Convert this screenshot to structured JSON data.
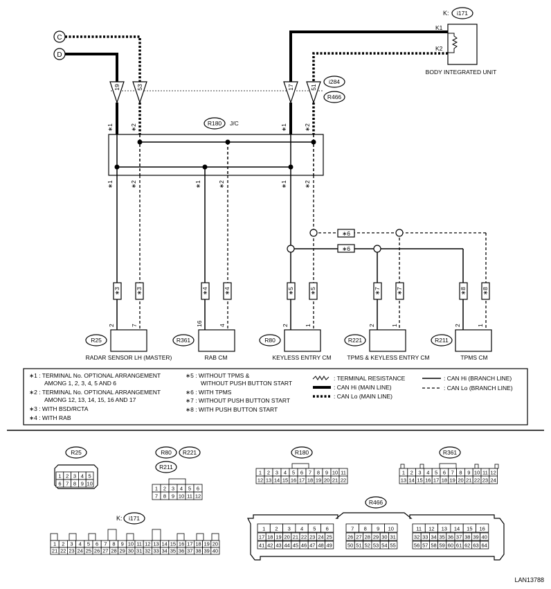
{
  "diagram": {
    "terminals": {
      "c": "C",
      "d": "D"
    },
    "bcm": {
      "ref": "i171",
      "prefix": "K:",
      "pin1": "K1",
      "pin2": "K2",
      "name": "BODY INTEGRATED UNIT"
    },
    "inline_connector": {
      "ref1": "i284",
      "ref2": "R466",
      "pins": [
        "19",
        "53",
        "17",
        "51"
      ]
    },
    "jc": {
      "ref": "R180",
      "name": "J/C"
    },
    "notes": {
      "n1": "1",
      "n2": "2",
      "n3": "3",
      "n4": "4",
      "n5": "5",
      "n6": "6",
      "n7": "7",
      "n8": "8"
    },
    "units": [
      {
        "ref": "R25",
        "name": "RADAR SENSOR LH (MASTER)",
        "pin_hi": "2",
        "pin_lo": "7"
      },
      {
        "ref": "R361",
        "name": "RAB CM",
        "pin_hi": "16",
        "pin_lo": "4"
      },
      {
        "ref": "R80",
        "name": "KEYLESS ENTRY CM",
        "pin_hi": "2",
        "pin_lo": "1"
      },
      {
        "ref": "R221",
        "name": "TPMS & KEYLESS ENTRY CM",
        "pin_hi": "2",
        "pin_lo": "1"
      },
      {
        "ref": "R211",
        "name": "TPMS CM",
        "pin_hi": "2",
        "pin_lo": "1"
      }
    ]
  },
  "legend": {
    "left": [
      "∗1 : TERMINAL No. OPTIONAL ARRANGEMENT",
      "AMONG 1, 2, 3, 4, 5 AND 6",
      "∗2 : TERMINAL No. OPTIONAL ARRANGEMENT",
      "AMONG 12, 13, 14, 15, 16 AND 17",
      "∗3 : WITH BSD/RCTA",
      "∗4 : WITH RAB"
    ],
    "middle": [
      "∗5 : WITHOUT TPMS &",
      "WITHOUT PUSH BUTTON START",
      "∗6 : WITH TPMS",
      "∗7 : WITHOUT PUSH BUTTON START",
      "∗8 : WITH PUSH BUTTON START"
    ],
    "right1": [
      ": TERMINAL RESISTANCE",
      ": CAN Hi (MAIN LINE)",
      ": CAN Lo (MAIN LINE)"
    ],
    "right2": [
      ": CAN Hi (BRANCH LINE)",
      ": CAN Lo (BRANCH LINE)"
    ]
  },
  "connectors": {
    "r25": {
      "label": "R25",
      "row1": [
        "1",
        "2",
        "3",
        "4",
        "5"
      ],
      "row2": [
        "6",
        "7",
        "8",
        "9",
        "10"
      ]
    },
    "r80": {
      "labels": [
        "R80",
        "R221",
        "R211"
      ],
      "row1": [
        "1",
        "2",
        "3",
        "4",
        "5",
        "6"
      ],
      "row2": [
        "7",
        "8",
        "9",
        "10",
        "11",
        "12"
      ]
    },
    "r180": {
      "label": "R180",
      "row1": [
        "1",
        "2",
        "3",
        "4",
        "5",
        "6",
        "7",
        "8",
        "9",
        "10",
        "11"
      ],
      "row2": [
        "12",
        "13",
        "14",
        "15",
        "16",
        "17",
        "18",
        "19",
        "20",
        "21",
        "22"
      ]
    },
    "r361": {
      "label": "R361",
      "row1": [
        "1",
        "2",
        "3",
        "4",
        "5",
        "6",
        "7",
        "8",
        "9",
        "10",
        "11",
        "12"
      ],
      "row2": [
        "13",
        "14",
        "15",
        "16",
        "17",
        "18",
        "19",
        "20",
        "21",
        "22",
        "23",
        "24"
      ]
    },
    "i171": {
      "prefix": "K:",
      "label": "i171",
      "row1": [
        "1",
        "2",
        "3",
        "4",
        "5",
        "6",
        "7",
        "8",
        "9",
        "10",
        "11",
        "12",
        "13",
        "14",
        "15",
        "16",
        "17",
        "18",
        "19",
        "20"
      ],
      "row2": [
        "21",
        "22",
        "23",
        "24",
        "25",
        "26",
        "27",
        "28",
        "29",
        "30",
        "31",
        "32",
        "33",
        "34",
        "35",
        "36",
        "37",
        "38",
        "39",
        "40"
      ]
    },
    "r466": {
      "label": "R466",
      "a_r1": [
        "1",
        "2",
        "3",
        "4",
        "5",
        "6"
      ],
      "a_r2": [
        "17",
        "18",
        "19",
        "20",
        "21",
        "22",
        "23",
        "24",
        "25"
      ],
      "a_r3": [
        "41",
        "42",
        "43",
        "44",
        "45",
        "46",
        "47",
        "48",
        "49"
      ],
      "b_r1": [
        "7",
        "8",
        "9",
        "10"
      ],
      "b_r2": [
        "26",
        "27",
        "28",
        "29",
        "30",
        "31"
      ],
      "b_r3": [
        "50",
        "51",
        "52",
        "53",
        "54",
        "55"
      ],
      "c_r1": [
        "11",
        "12",
        "13",
        "14",
        "15",
        "16"
      ],
      "c_r2": [
        "32",
        "33",
        "34",
        "35",
        "36",
        "37",
        "38",
        "39",
        "40"
      ],
      "c_r3": [
        "56",
        "57",
        "58",
        "59",
        "60",
        "61",
        "62",
        "63",
        "64"
      ]
    }
  },
  "figure_id": "LAN13788"
}
